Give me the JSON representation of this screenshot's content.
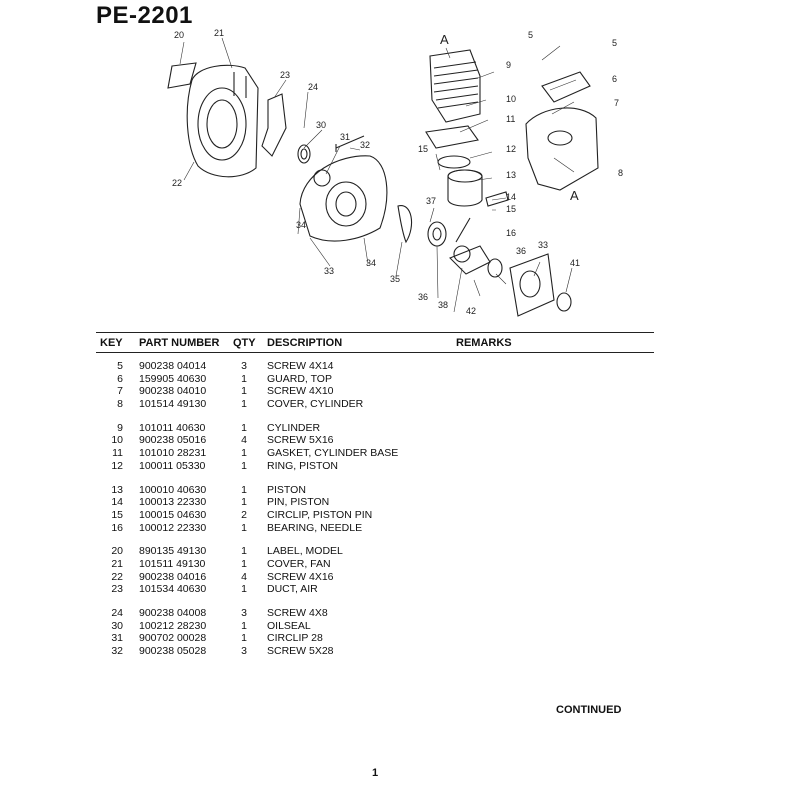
{
  "header": {
    "title": "PE-2201"
  },
  "diagram": {
    "callouts": [
      "20",
      "21",
      "23",
      "24",
      "30",
      "31",
      "32",
      "22",
      "33",
      "34",
      "34",
      "35",
      "36",
      "37",
      "38",
      "42",
      "36",
      "33",
      "41",
      "9",
      "10",
      "11",
      "12",
      "13",
      "14",
      "15",
      "15",
      "16",
      "5",
      "5",
      "6",
      "7",
      "8"
    ],
    "section_marks": [
      "A",
      "A"
    ]
  },
  "table": {
    "columns": {
      "key": "KEY",
      "part_number": "PART NUMBER",
      "qty": "QTY",
      "description": "DESCRIPTION",
      "remarks": "REMARKS"
    },
    "groups": [
      {
        "rows": [
          {
            "key": "5",
            "part": "900238 04014",
            "qty": "3",
            "desc": "SCREW  4X14"
          },
          {
            "key": "6",
            "part": "159905 40630",
            "qty": "1",
            "desc": "GUARD, TOP"
          },
          {
            "key": "7",
            "part": "900238 04010",
            "qty": "1",
            "desc": "SCREW  4X10"
          },
          {
            "key": "8",
            "part": "101514 49130",
            "qty": "1",
            "desc": "COVER, CYLINDER"
          }
        ]
      },
      {
        "rows": [
          {
            "key": "9",
            "part": "101011 40630",
            "qty": "1",
            "desc": "CYLINDER"
          },
          {
            "key": "10",
            "part": "900238 05016",
            "qty": "4",
            "desc": "SCREW  5X16"
          },
          {
            "key": "11",
            "part": "101010 28231",
            "qty": "1",
            "desc": "GASKET, CYLINDER BASE"
          },
          {
            "key": "12",
            "part": "100011 05330",
            "qty": "1",
            "desc": "RING, PISTON"
          }
        ]
      },
      {
        "rows": [
          {
            "key": "13",
            "part": "100010 40630",
            "qty": "1",
            "desc": "PISTON"
          },
          {
            "key": "14",
            "part": "100013 22330",
            "qty": "1",
            "desc": "PIN, PISTON"
          },
          {
            "key": "15",
            "part": "100015 04630",
            "qty": "2",
            "desc": "CIRCLIP, PISTON PIN"
          },
          {
            "key": "16",
            "part": "100012 22330",
            "qty": "1",
            "desc": "BEARING, NEEDLE"
          }
        ]
      },
      {
        "rows": [
          {
            "key": "20",
            "part": "890135 49130",
            "qty": "1",
            "desc": "LABEL, MODEL"
          },
          {
            "key": "21",
            "part": "101511 49130",
            "qty": "1",
            "desc": "COVER, FAN"
          },
          {
            "key": "22",
            "part": "900238 04016",
            "qty": "4",
            "desc": "SCREW  4X16"
          },
          {
            "key": "23",
            "part": "101534 40630",
            "qty": "1",
            "desc": "DUCT, AIR"
          }
        ]
      },
      {
        "rows": [
          {
            "key": "24",
            "part": "900238 04008",
            "qty": "3",
            "desc": "SCREW  4X8"
          },
          {
            "key": "30",
            "part": "100212 28230",
            "qty": "1",
            "desc": "OILSEAL"
          },
          {
            "key": "31",
            "part": "900702 00028",
            "qty": "1",
            "desc": "CIRCLIP  28"
          },
          {
            "key": "32",
            "part": "900238 05028",
            "qty": "3",
            "desc": "SCREW  5X28"
          }
        ]
      }
    ]
  },
  "footer": {
    "continued": "CONTINUED",
    "page_number": "1"
  }
}
